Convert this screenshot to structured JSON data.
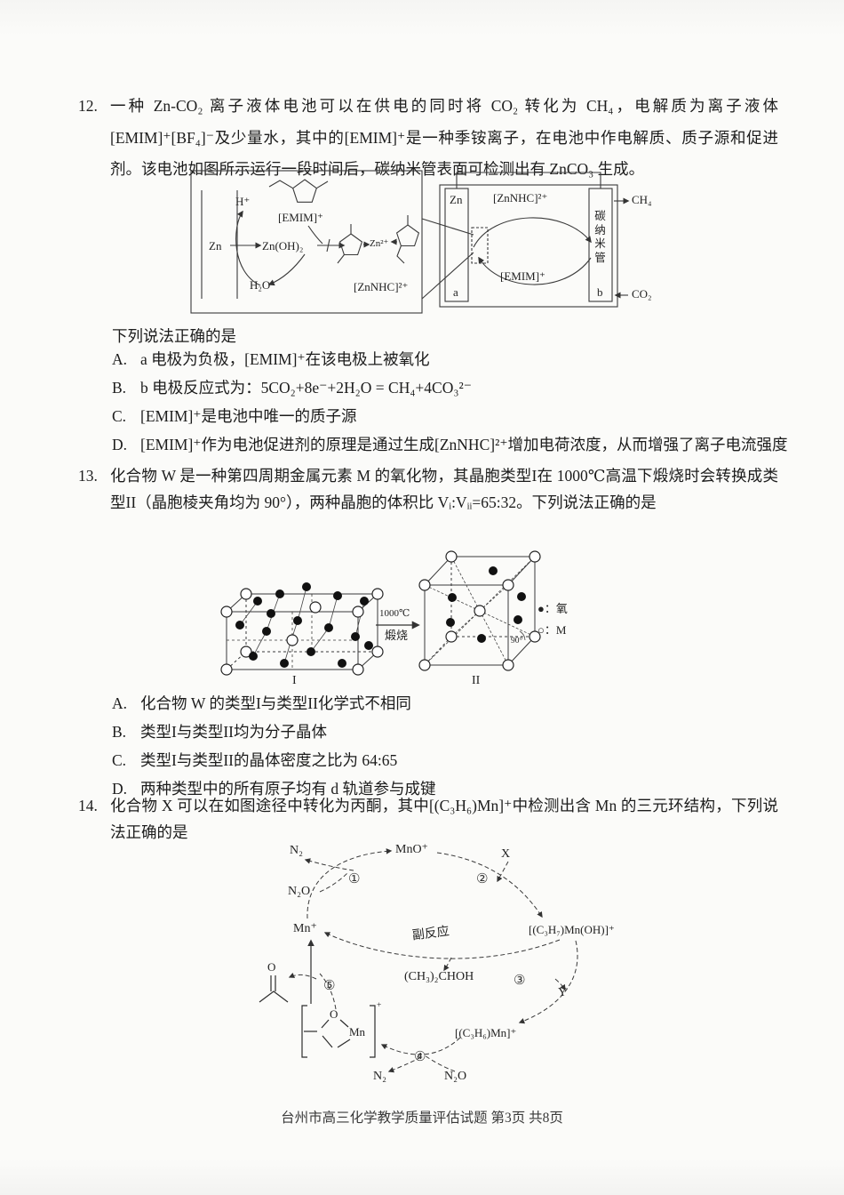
{
  "page": {
    "footer": "台州市高三化学教学质量评估试题 第3页 共8页"
  },
  "q12": {
    "number": "12.",
    "stem": "一种 Zn-CO₂ 离子液体电池可以在供电的同时将 CO₂ 转化为 CH₄，电解质为离子液体[EMIM]⁺[BF₄]⁻及少量水，其中的[EMIM]⁺是一种季铵离子，在电池中作电解质、质子源和促进剂。该电池如图所示运行一段时间后，碳纳米管表面可检测出有 ZnCO₃ 生成。",
    "prompt": "下列说法正确的是",
    "options": [
      {
        "label": "A.",
        "text": "a 电极为负极，[EMIM]⁺在该电极上被氧化"
      },
      {
        "label": "B.",
        "text": "b 电极反应式为：5CO₂+8e⁻+2H₂O = CH₄+4CO₃²⁻"
      },
      {
        "label": "C.",
        "text": "[EMIM]⁺是电池中唯一的质子源"
      },
      {
        "label": "D.",
        "text": "[EMIM]⁺作为电池促进剂的原理是通过生成[ZnNHC]²⁺增加电荷浓度，从而增强了离子电流强度"
      }
    ],
    "diagram": {
      "anode_zn": "Zn",
      "h_plus": "H⁺",
      "zn_oh2": "Zn(OH)₂",
      "h2o": "H₂O",
      "emim": "[EMIM]⁺",
      "zn2": "Zn²⁺",
      "znnhc": "[ZnNHC]²⁺",
      "cell_zn": "Zn",
      "a": "a",
      "b": "b",
      "carbon_tube": "碳纳米管",
      "cell_znnhc": "[ZnNHC]²⁺",
      "cell_emim": "[EMIM]⁺",
      "ch4": "CH₄",
      "co2": "CO₂"
    }
  },
  "q13": {
    "number": "13.",
    "stem": "化合物 W 是一种第四周期金属元素 M 的氧化物，其晶胞类型I在 1000℃高温下煅烧时会转换成类型II（晶胞棱夹角均为 90°），两种晶胞的体积比 Vᵢ:Vᵢᵢ=65:32。下列说法正确的是",
    "options": [
      {
        "label": "A.",
        "text": "化合物 W 的类型I与类型II化学式不相同"
      },
      {
        "label": "B.",
        "text": "类型I与类型II均为分子晶体"
      },
      {
        "label": "C.",
        "text": "类型I与类型II的晶体密度之比为 64:65"
      },
      {
        "label": "D.",
        "text": "两种类型中的所有原子均有 d 轨道参与成键"
      }
    ],
    "diagram": {
      "temp": "1000℃",
      "calcine": "煅烧",
      "type_i": "I",
      "type_ii": "II",
      "angle": "90°",
      "legend_oxygen": "●：氧",
      "legend_m": "○：M"
    }
  },
  "q14": {
    "number": "14.",
    "stem": "化合物 X 可以在如图途径中转化为丙酮，其中[(C₃H₆)Mn]⁺中检测出含 Mn 的三元环结构，下列说法正确的是",
    "diagram": {
      "n2": "N₂",
      "n2o": "N₂O",
      "mno": "MnO⁺",
      "x": "X",
      "mn": "Mn⁺",
      "complex_oh": "[(C₃H₇)Mn(OH)]⁺",
      "side_reaction": "副反应",
      "isopropanol": "(CH₃)₂CHOH",
      "y": "Y",
      "complex_propene": "[(C₃H₆)Mn]⁺",
      "o": "O",
      "mn_atom": "Mn",
      "plus": "+",
      "s1": "①",
      "s2": "②",
      "s3": "③",
      "s4": "④",
      "s5": "⑤"
    }
  }
}
